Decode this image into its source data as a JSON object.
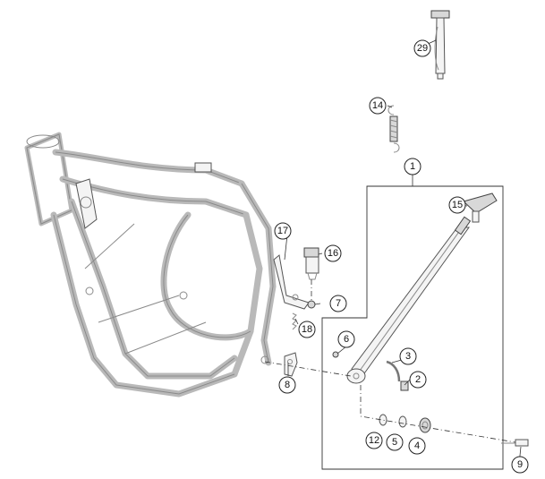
{
  "callouts": [
    {
      "id": "c1",
      "label": "1"
    },
    {
      "id": "c2",
      "label": "2"
    },
    {
      "id": "c3",
      "label": "3"
    },
    {
      "id": "c4",
      "label": "4"
    },
    {
      "id": "c5",
      "label": "5"
    },
    {
      "id": "c6",
      "label": "6"
    },
    {
      "id": "c7",
      "label": "7"
    },
    {
      "id": "c8",
      "label": "8"
    },
    {
      "id": "c9",
      "label": "9"
    },
    {
      "id": "c12",
      "label": "12"
    },
    {
      "id": "c14",
      "label": "14"
    },
    {
      "id": "c15",
      "label": "15"
    },
    {
      "id": "c16",
      "label": "16"
    },
    {
      "id": "c17",
      "label": "17"
    },
    {
      "id": "c18",
      "label": "18"
    },
    {
      "id": "c29",
      "label": "29"
    }
  ],
  "colors": {
    "frame": "#b9b9b9",
    "line": "#333333",
    "background": "#ffffff"
  }
}
